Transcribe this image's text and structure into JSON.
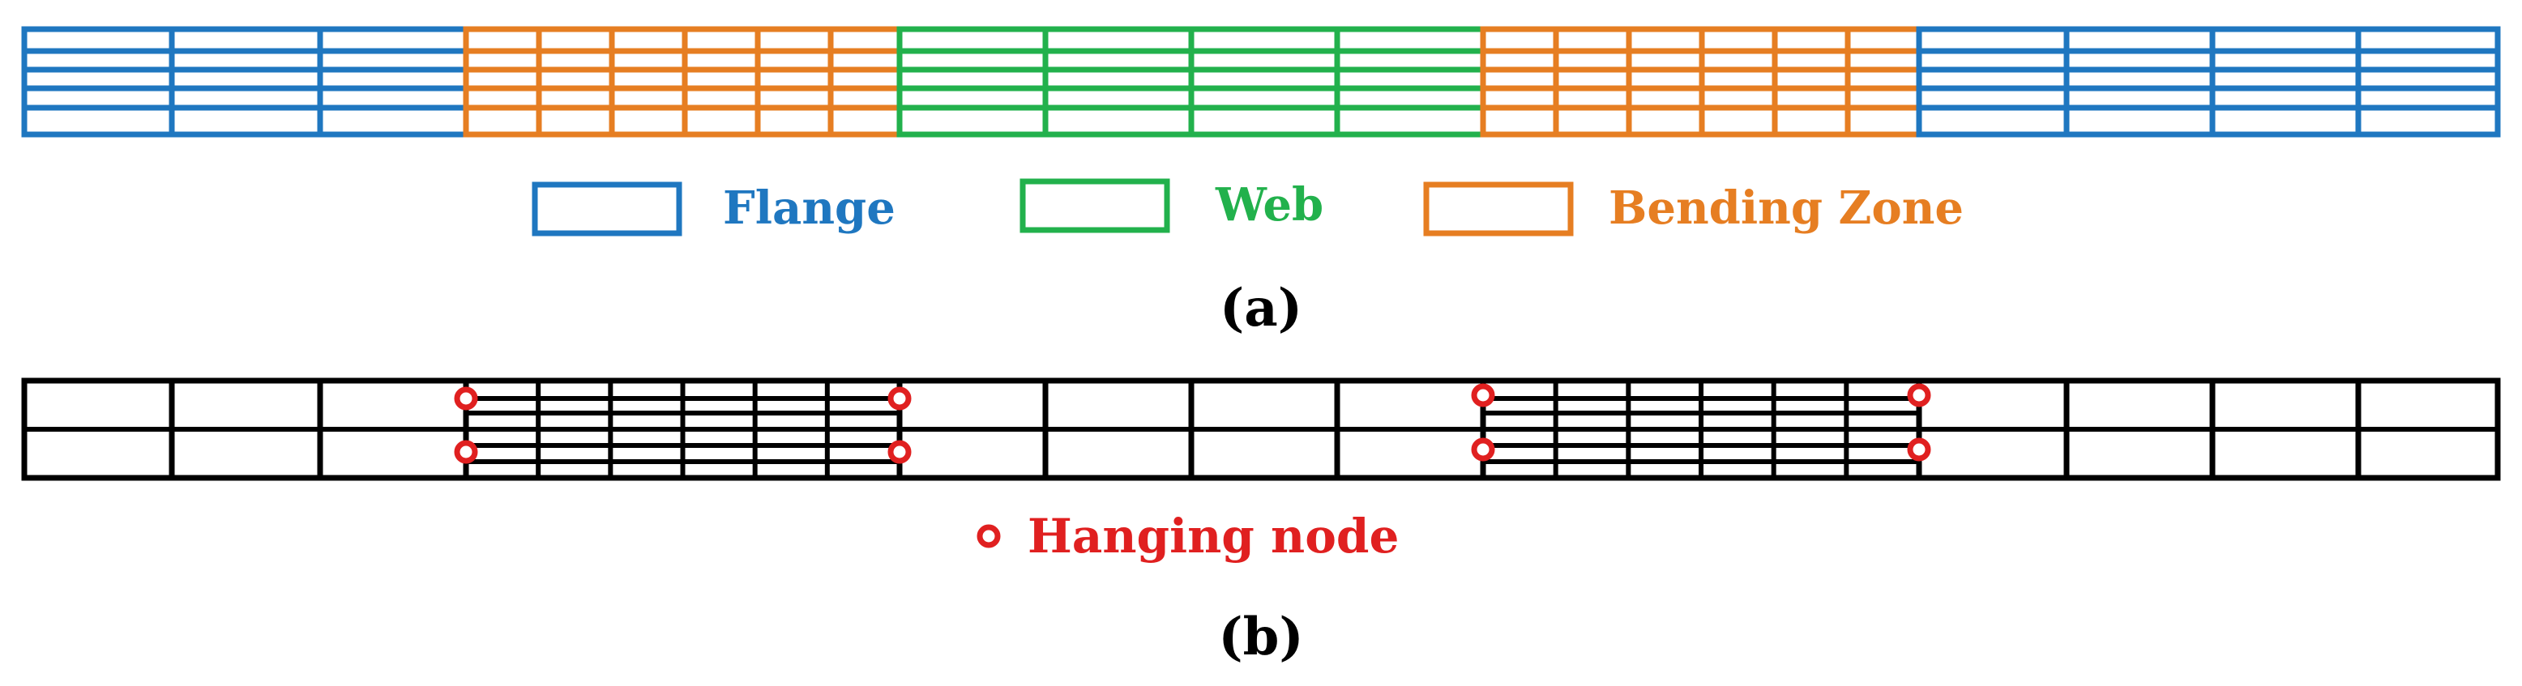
{
  "colors": {
    "flange": "#1f77c0",
    "web": "#22b14c",
    "bending_zone": "#e67e22",
    "mesh_b": "#000000",
    "hanging_node": "#e02020"
  },
  "panel_a": {
    "caption": "(a)",
    "legend": [
      {
        "key": "flange",
        "label": "Flange"
      },
      {
        "key": "web",
        "label": "Web"
      },
      {
        "key": "bending_zone",
        "label": "Bending Zone"
      }
    ]
  },
  "panel_b": {
    "caption": "(b)",
    "legend_label": "Hanging node"
  }
}
